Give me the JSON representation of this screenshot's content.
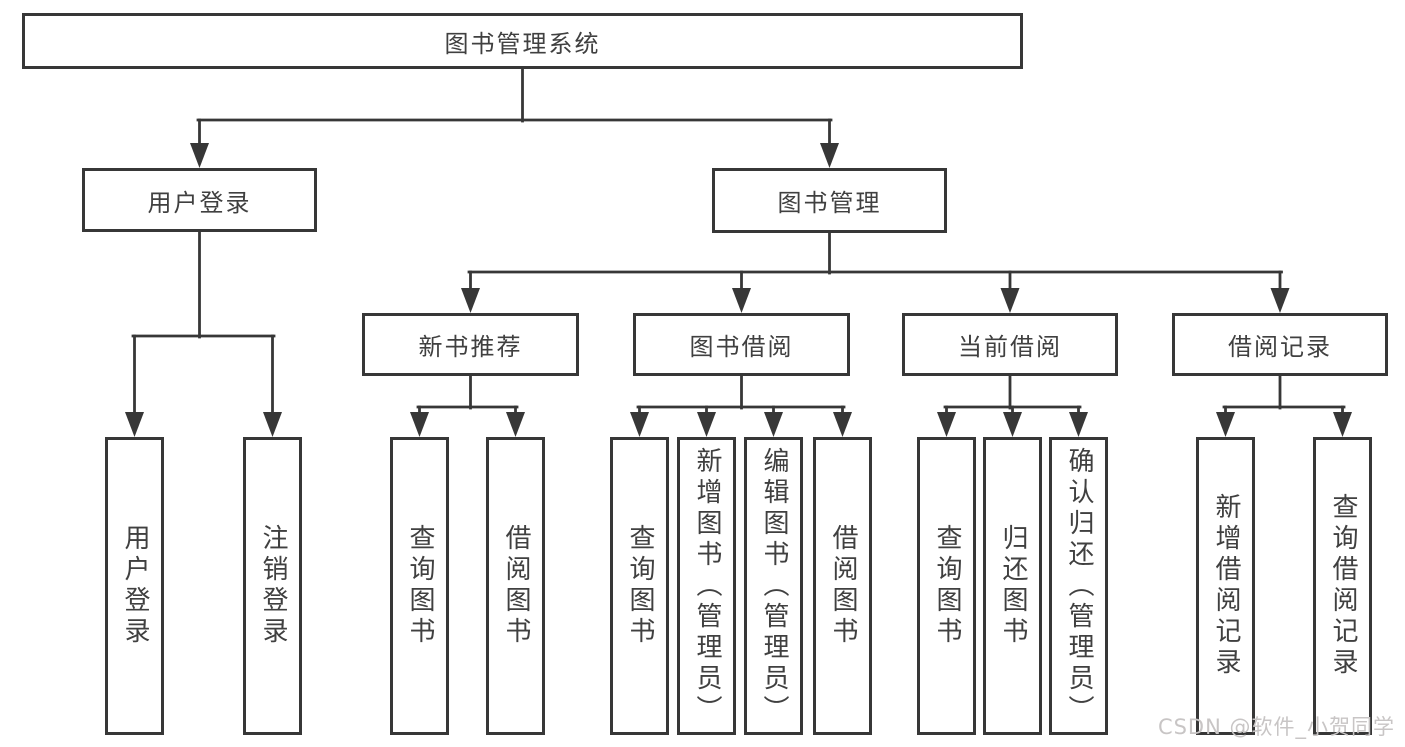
{
  "diagram_title": "图书管理系统",
  "tree": {
    "label": "图书管理系统",
    "children": [
      {
        "label": "用户登录",
        "children": [
          {
            "label": "用户登录"
          },
          {
            "label": "注销登录"
          }
        ]
      },
      {
        "label": "图书管理",
        "children": [
          {
            "label": "新书推荐",
            "children": [
              {
                "label": "查询图书"
              },
              {
                "label": "借阅图书"
              }
            ]
          },
          {
            "label": "图书借阅",
            "children": [
              {
                "label": "查询图书"
              },
              {
                "label": "新增图书（管理员）"
              },
              {
                "label": "编辑图书（管理员）"
              },
              {
                "label": "借阅图书"
              }
            ]
          },
          {
            "label": "当前借阅",
            "children": [
              {
                "label": "查询图书"
              },
              {
                "label": "归还图书"
              },
              {
                "label": "确认归还（管理员）"
              }
            ]
          },
          {
            "label": "借阅记录",
            "children": [
              {
                "label": "新增借阅记录"
              },
              {
                "label": "查询借阅记录"
              }
            ]
          }
        ]
      }
    ]
  },
  "watermark": "CSDN @软件_小贺同学",
  "colors": {
    "line": "#373737",
    "box_border": "#373737",
    "text": "#404040",
    "watermark": "#c8c5c5",
    "background": "#ffffff"
  }
}
